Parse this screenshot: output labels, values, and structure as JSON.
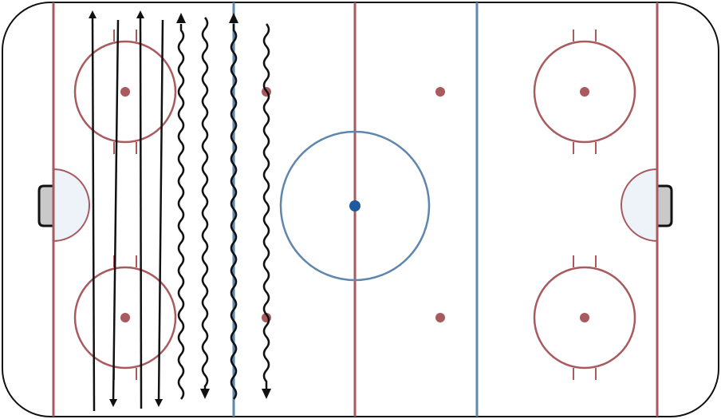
{
  "diagram": {
    "type": "hockey-rink-drill",
    "colors": {
      "ice": "#ffffff",
      "boards": "#111111",
      "red_line": "#a85a5e",
      "blue_line": "#5f86ad",
      "center_dot": "#1f5aa0",
      "faceoff_dot": "#a85a5e",
      "crease_fill": "#eef3fa",
      "net_fill": "#c9c9c9",
      "drill_lines": "#111111"
    },
    "icons": {
      "net": "goal-net-icon",
      "arrow": "arrowhead-icon"
    },
    "drill": {
      "straight_skates": 4,
      "wavy_skates": 4
    }
  }
}
